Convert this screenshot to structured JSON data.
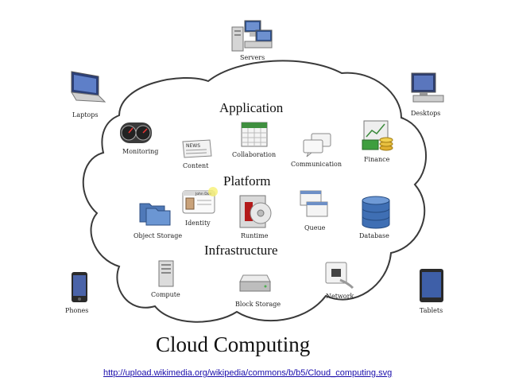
{
  "title": "Cloud Computing",
  "source_link": "http://upload.wikimedia.org/wikipedia/commons/b/b5/Cloud_computing.svg",
  "sections": {
    "application": "Application",
    "platform": "Platform",
    "infrastructure": "Infrastructure"
  },
  "clients": {
    "servers": "Servers",
    "laptops": "Laptops",
    "desktops": "Desktops",
    "phones": "Phones",
    "tablets": "Tablets"
  },
  "application_items": {
    "monitoring": "Monitoring",
    "content": "Content",
    "collaboration": "Collaboration",
    "communication": "Communication",
    "finance": "Finance"
  },
  "platform_items": {
    "object_storage": "Object Storage",
    "identity": "Identity",
    "runtime": "Runtime",
    "queue": "Queue",
    "database": "Database"
  },
  "infrastructure_items": {
    "compute": "Compute",
    "block_storage": "Block Storage",
    "network": "Network"
  },
  "identity_card_text": "John Doe",
  "content_icon_text": "NEWS"
}
